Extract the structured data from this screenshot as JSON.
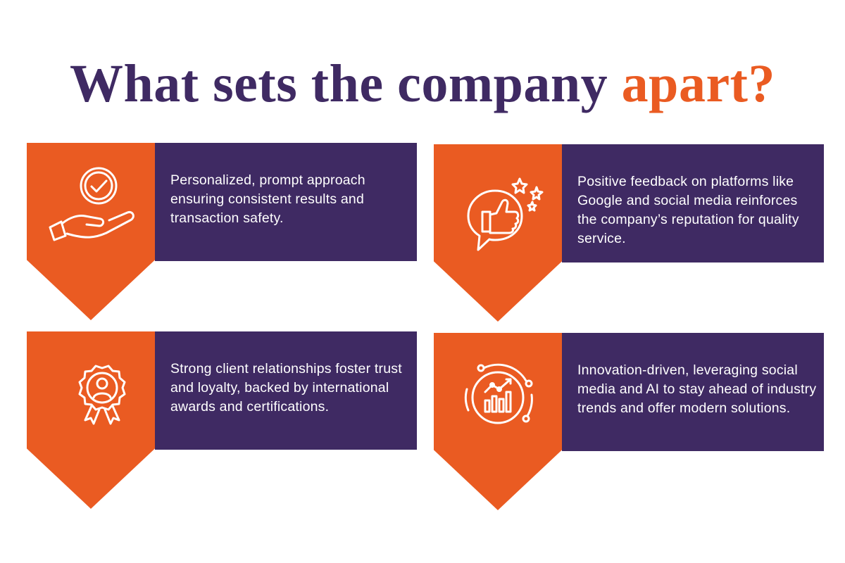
{
  "title": {
    "main": "What sets the company",
    "accent": "apart?"
  },
  "colors": {
    "purple": "#3f2a63",
    "orange": "#ea5b22",
    "background": "#ffffff"
  },
  "cards": [
    {
      "icon": "hand-checkmark-icon",
      "text": "Personalized, prompt approach ensuring consistent results and transaction safety."
    },
    {
      "icon": "thumbs-up-stars-icon",
      "text": "Positive feedback on platforms like Google and social media reinforces the company’s reputation for quality service."
    },
    {
      "icon": "award-badge-person-icon",
      "text": "Strong client relationships foster trust and loyalty, backed by international awards and certifications."
    },
    {
      "icon": "growth-chart-circle-icon",
      "text": "Innovation-driven, leveraging social media and AI to stay ahead of industry trends and offer modern solutions."
    }
  ]
}
